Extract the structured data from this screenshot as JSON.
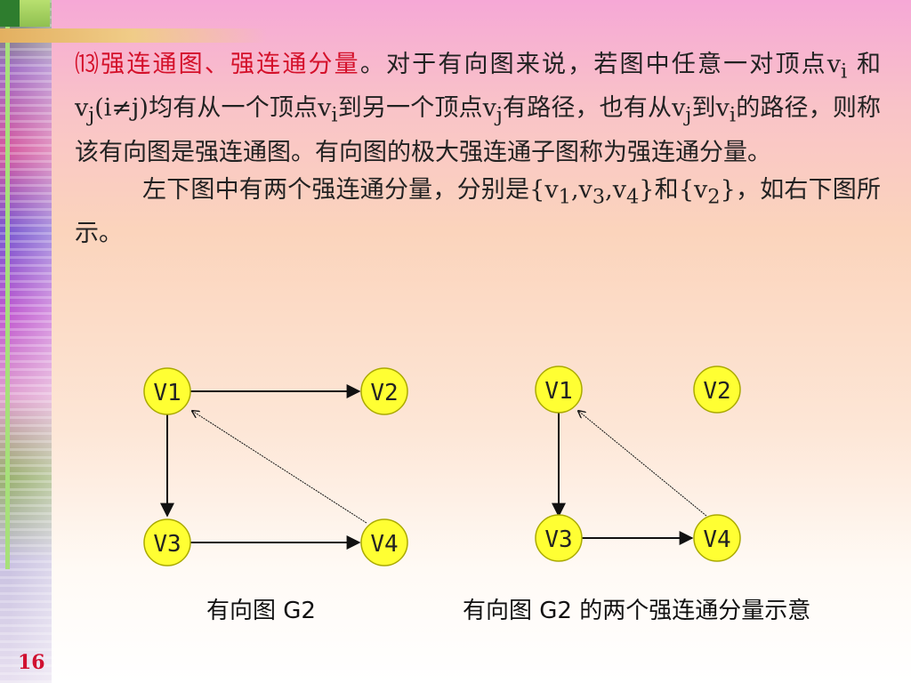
{
  "text": {
    "p1_num": "⒀",
    "p1_term": "强连通图、强连通分量",
    "p1_s1": "。对于有向图来说，若图中任意一对顶点v",
    "sub_i": "i",
    "p1_s2": " 和v",
    "sub_j": "j",
    "p1_s3": "(i≠j)均有从一个顶点v",
    "p1_s4": "到另一个顶点v",
    "p1_s5": "有路径，也有从v",
    "p1_s6": "到v",
    "p1_s7": "的路径，则称该有向图是强连通图。有向图的极大强连通子图称为强连通分量。",
    "p2_s1": "左下图中有两个强连通分量，分别是{v",
    "sub_1": "1",
    "p2_comma": ",v",
    "sub_3": "3",
    "sub_4": "4",
    "p2_s2": "}和{v",
    "sub_2": "2",
    "p2_s3": "}，如右下图所示。"
  },
  "figure": {
    "left": {
      "caption": "有向图 G2",
      "nodes": [
        "V1",
        "V2",
        "V3",
        "V4"
      ]
    },
    "right": {
      "caption": "有向图 G2 的两个强连通分量示意",
      "nodes": [
        "V1",
        "V2",
        "V3",
        "V4"
      ]
    }
  },
  "slide_number": "16"
}
